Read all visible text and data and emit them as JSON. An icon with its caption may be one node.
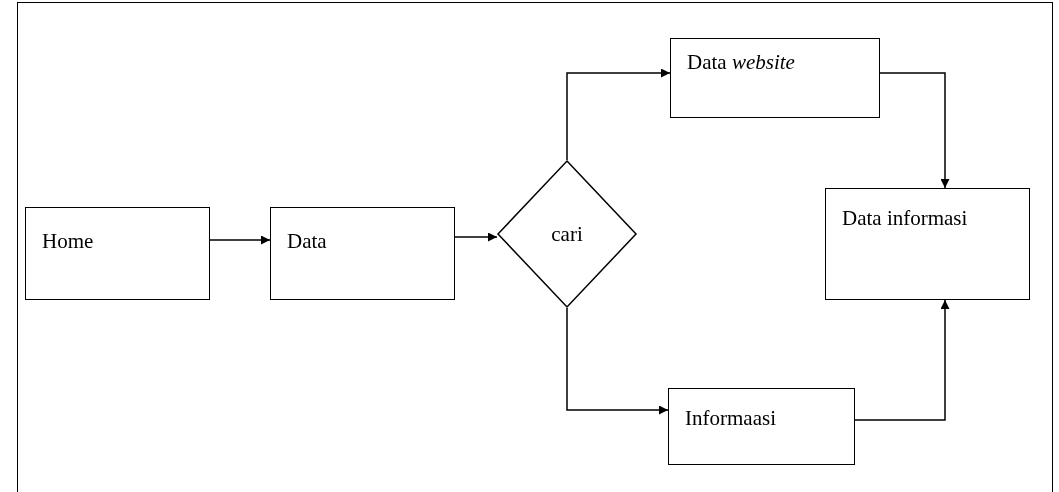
{
  "diagram": {
    "nodes": [
      {
        "text": [
          "Home"
        ]
      },
      {
        "text": [
          "Data"
        ]
      },
      {
        "text": [
          "cari"
        ]
      },
      {
        "text": [
          "Data *website*"
        ]
      },
      {
        "text": [
          "Data informasi"
        ]
      },
      {
        "text": [
          "Informaasi"
        ]
      }
    ],
    "edges": [
      {
        "from": 0,
        "to": 1,
        "arrow": "to"
      },
      {
        "from": 1,
        "to": 2,
        "arrow": "to"
      },
      {
        "from": 2,
        "to": 3,
        "arrow": "to"
      },
      {
        "from": 2,
        "to": 5,
        "arrow": "to"
      },
      {
        "from": 3,
        "to": 4,
        "arrow": "to"
      },
      {
        "from": 5,
        "to": 4,
        "arrow": "to"
      }
    ]
  }
}
